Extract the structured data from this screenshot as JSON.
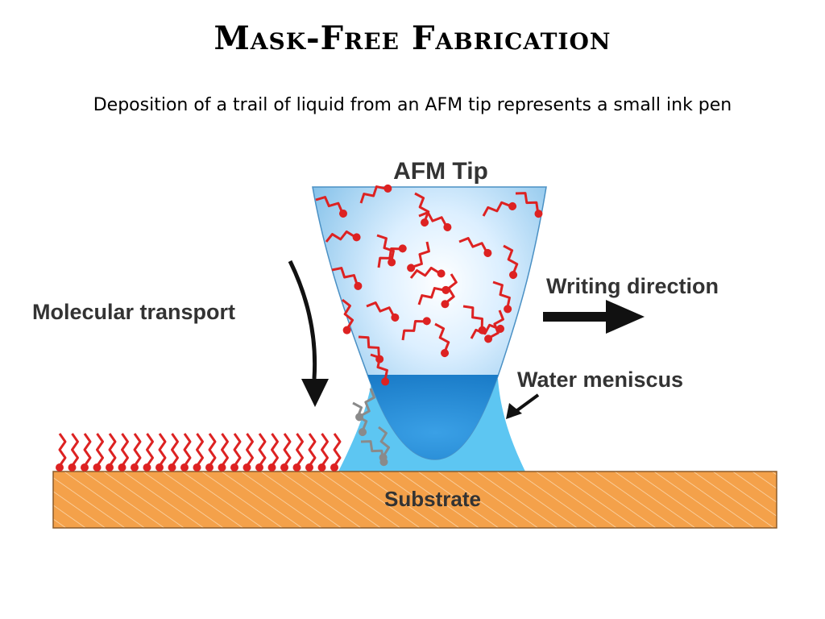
{
  "slide": {
    "title": "Mask-Free Fabrication",
    "subtitle": "Deposition of a trail of liquid from an AFM tip represents a small ink pen"
  },
  "diagram": {
    "labels": {
      "afm_tip": "AFM Tip",
      "writing_direction": "Writing direction",
      "molecular_transport": "Molecular transport",
      "water_meniscus": "Water meniscus",
      "substrate": "Substrate"
    },
    "colors": {
      "molecule": "#dd2222",
      "transported_molecule": "#8a8a8a",
      "tip_light": "#e6f3fb",
      "tip_dark": "#7fbde6",
      "meniscus": "#5dc6f2",
      "meniscus_inner": "#1f8fd8",
      "substrate": "#f4a14a",
      "label_text": "#333333",
      "arrow": "#111111"
    }
  }
}
